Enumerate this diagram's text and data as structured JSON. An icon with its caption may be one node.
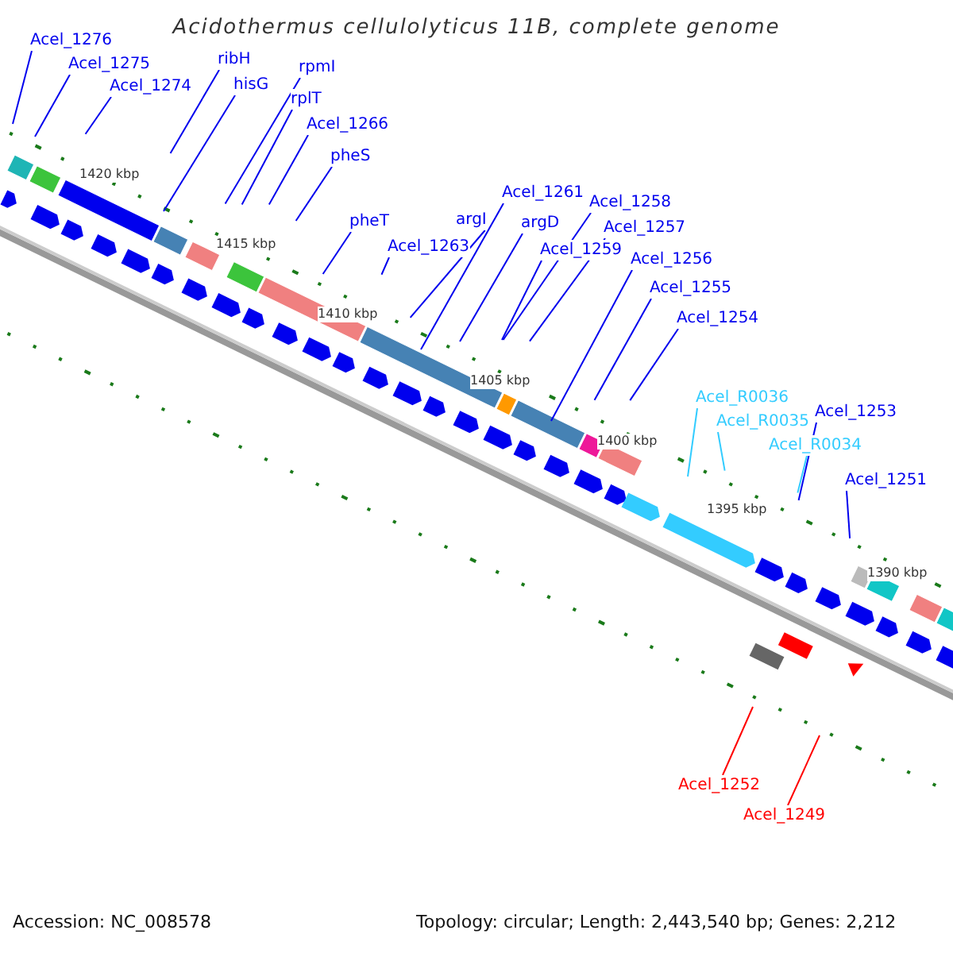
{
  "diagram": {
    "title": "Acidothermus cellulolyticus 11B, complete genome",
    "nodes": [
      {
        "text": [
          "Acel_1276"
        ]
      },
      {
        "text": [
          "Acel_1275"
        ]
      },
      {
        "text": [
          "Acel_1274"
        ]
      },
      {
        "text": [
          "ribH"
        ]
      },
      {
        "text": [
          "hisG"
        ]
      },
      {
        "text": [
          "rpmI"
        ]
      },
      {
        "text": [
          "rplT"
        ]
      },
      {
        "text": [
          "Acel_1266"
        ]
      },
      {
        "text": [
          "pheS"
        ]
      },
      {
        "text": [
          "pheT"
        ]
      },
      {
        "text": [
          "Acel_1261"
        ]
      },
      {
        "text": [
          "argI"
        ]
      },
      {
        "text": [
          "argD"
        ]
      },
      {
        "text": [
          "Acel_1258"
        ]
      },
      {
        "text": [
          "Acel_1257"
        ]
      },
      {
        "text": [
          "Acel_1263"
        ]
      },
      {
        "text": [
          "Acel_1259"
        ]
      },
      {
        "text": [
          "Acel_1256"
        ]
      },
      {
        "text": [
          "Acel_1255"
        ]
      },
      {
        "text": [
          "Acel_1254"
        ]
      },
      {
        "text": [
          "Acel_R0036"
        ]
      },
      {
        "text": [
          "Acel_R0035"
        ]
      },
      {
        "text": [
          "Acel_1253"
        ]
      },
      {
        "text": [
          "Acel_R0034"
        ]
      },
      {
        "text": [
          "Acel_1251"
        ]
      },
      {
        "text": [
          "Acel_1252"
        ]
      },
      {
        "text": [
          "Acel_1249"
        ]
      }
    ],
    "edges": [
      {
        "from": 0,
        "to": null,
        "arrow": "none"
      },
      {
        "from": 1,
        "to": null,
        "arrow": "none"
      },
      {
        "from": 2,
        "to": null,
        "arrow": "none"
      },
      {
        "from": 3,
        "to": null,
        "arrow": "none"
      },
      {
        "from": 4,
        "to": null,
        "arrow": "none"
      },
      {
        "from": 5,
        "to": null,
        "arrow": "none"
      },
      {
        "from": 6,
        "to": null,
        "arrow": "none"
      },
      {
        "from": 7,
        "to": null,
        "arrow": "none"
      },
      {
        "from": 8,
        "to": null,
        "arrow": "none"
      },
      {
        "from": 9,
        "to": null,
        "arrow": "none"
      },
      {
        "from": 10,
        "to": null,
        "arrow": "none"
      },
      {
        "from": 11,
        "to": null,
        "arrow": "none"
      },
      {
        "from": 12,
        "to": null,
        "arrow": "none"
      },
      {
        "from": 13,
        "to": null,
        "arrow": "none"
      },
      {
        "from": 14,
        "to": null,
        "arrow": "none"
      },
      {
        "from": 15,
        "to": null,
        "arrow": "none"
      },
      {
        "from": 16,
        "to": null,
        "arrow": "none"
      },
      {
        "from": 17,
        "to": null,
        "arrow": "none"
      },
      {
        "from": 18,
        "to": null,
        "arrow": "none"
      },
      {
        "from": 19,
        "to": null,
        "arrow": "none"
      },
      {
        "from": 20,
        "to": null,
        "arrow": "none",
        "color": "#33ccff"
      },
      {
        "from": 21,
        "to": null,
        "arrow": "none",
        "color": "#33ccff"
      },
      {
        "from": 22,
        "to": null,
        "arrow": "none"
      },
      {
        "from": 23,
        "to": null,
        "arrow": "none",
        "color": "#33ccff"
      },
      {
        "from": 24,
        "to": null,
        "arrow": "none"
      },
      {
        "from": 25,
        "to": null,
        "arrow": "none",
        "color": "#ff0000"
      },
      {
        "from": 26,
        "to": null,
        "arrow": "none",
        "color": "#ff0000"
      }
    ],
    "labels": [
      "1420 kbp",
      "1415 kbp",
      "1410 kbp",
      "1405 kbp",
      "1400 kbp",
      "1395 kbp",
      "1390 kbp",
      "Accession: NC_008578",
      "Topology: circular; Length: 2,443,540 bp; Genes: 2,212"
    ]
  }
}
